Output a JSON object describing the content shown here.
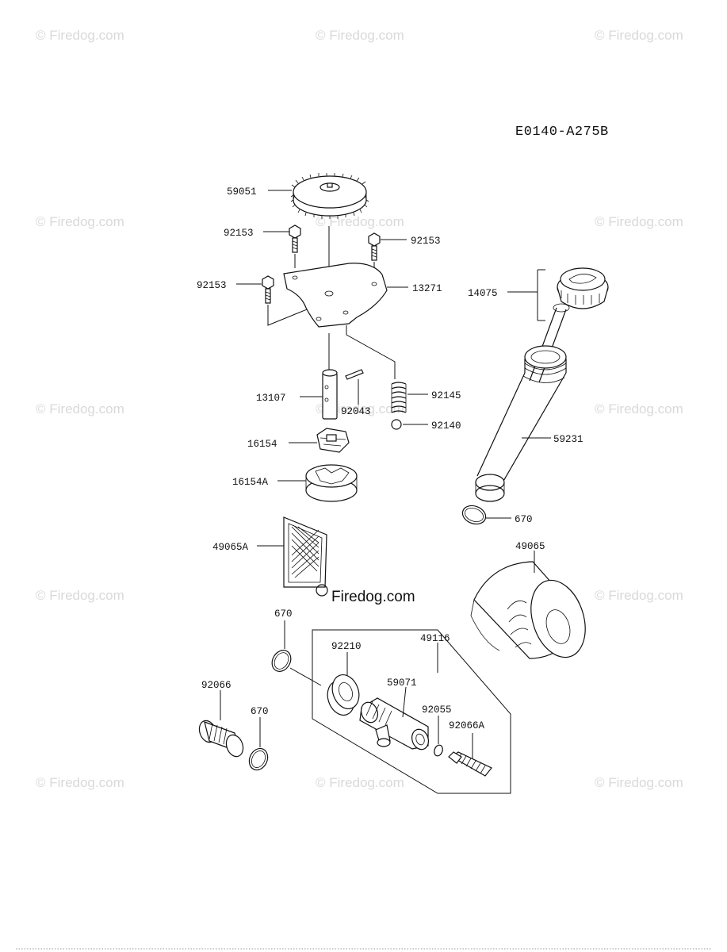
{
  "diagram_code": "E0140-A275B",
  "watermark": "© Firedog.com",
  "watermark_center": "Firedog.com",
  "parts": {
    "gear": "59051",
    "bolt_a": "92153",
    "bolt_b": "92153",
    "bolt_c": "92153",
    "plate": "13271",
    "dipstick_cap": "14075",
    "shaft": "13107",
    "pin": "92043",
    "spring": "92145",
    "ball": "92140",
    "inner_rotor": "16154",
    "outer_rotor": "16154A",
    "filler_tube": "59231",
    "oring_tube": "670",
    "screen": "49065A",
    "oil_filter": "49065",
    "oring_left": "670",
    "kit": "49116",
    "nut": "92210",
    "pipe": "59071",
    "plug": "92066",
    "oring_small": "670",
    "oring_kit": "92055",
    "plug_a": "92066A"
  }
}
